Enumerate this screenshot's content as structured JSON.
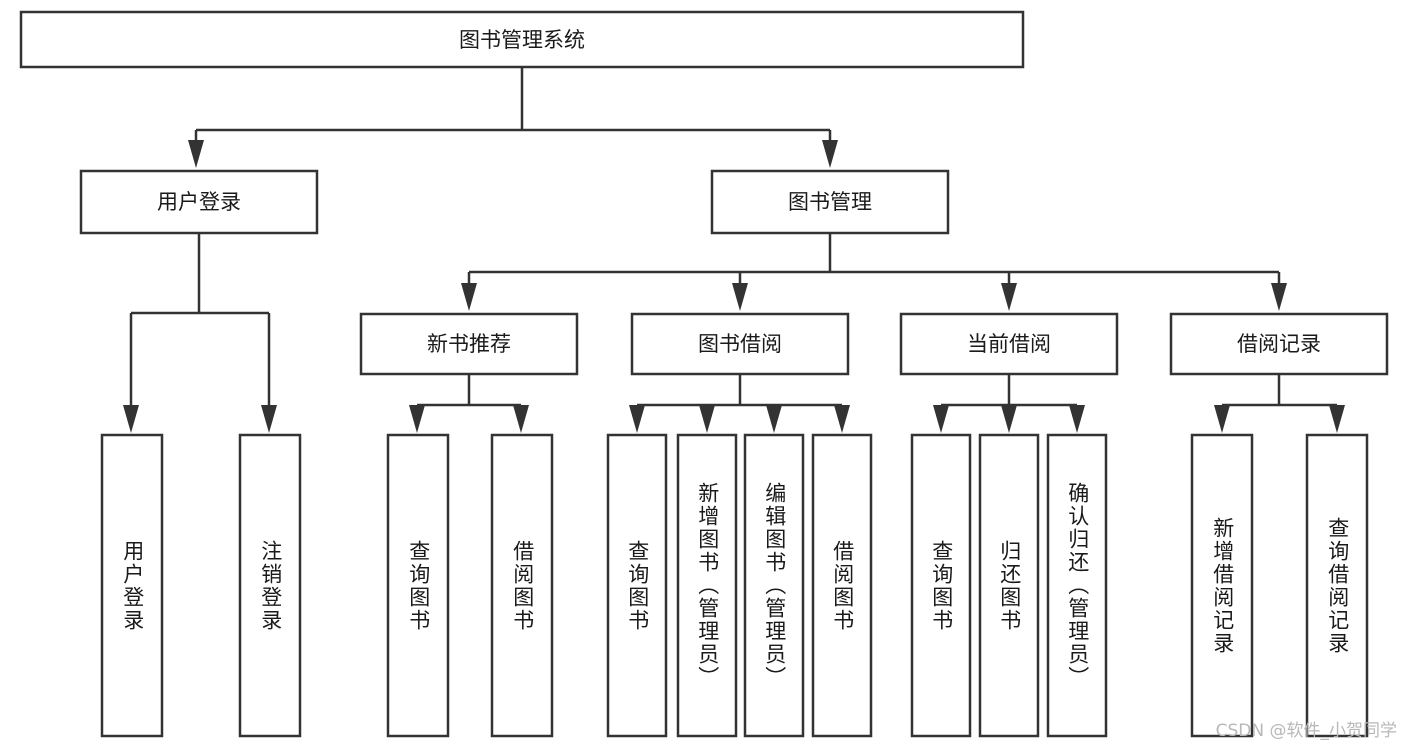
{
  "diagram": {
    "type": "hierarchy-tree",
    "title": "图书管理系统",
    "watermark": "CSDN @软件_小贺同学",
    "colors": {
      "box_stroke": "#333333",
      "box_fill": "#ffffff",
      "text": "#1a1a1a",
      "connector": "#333333",
      "background": "#ffffff",
      "watermark": "#b8b8b8"
    },
    "root": {
      "label": "图书管理系统"
    },
    "level2": [
      {
        "label": "用户登录"
      },
      {
        "label": "图书管理"
      }
    ],
    "level3": [
      {
        "label": "新书推荐"
      },
      {
        "label": "图书借阅"
      },
      {
        "label": "当前借阅"
      },
      {
        "label": "借阅记录"
      }
    ],
    "leaves": {
      "user_login": [
        {
          "label": "用户登录"
        },
        {
          "label": "注销登录"
        }
      ],
      "new_book_recommend": [
        {
          "label": "查询图书"
        },
        {
          "label": "借阅图书"
        }
      ],
      "book_borrow": [
        {
          "label": "查询图书"
        },
        {
          "label": "新增图书（管理员）"
        },
        {
          "label": "编辑图书（管理员）"
        },
        {
          "label": "借阅图书"
        }
      ],
      "current_borrow": [
        {
          "label": "查询图书"
        },
        {
          "label": "归还图书"
        },
        {
          "label": "确认归还（管理员）"
        }
      ],
      "borrow_records": [
        {
          "label": "新增借阅记录"
        },
        {
          "label": "查询借阅记录"
        }
      ]
    }
  }
}
